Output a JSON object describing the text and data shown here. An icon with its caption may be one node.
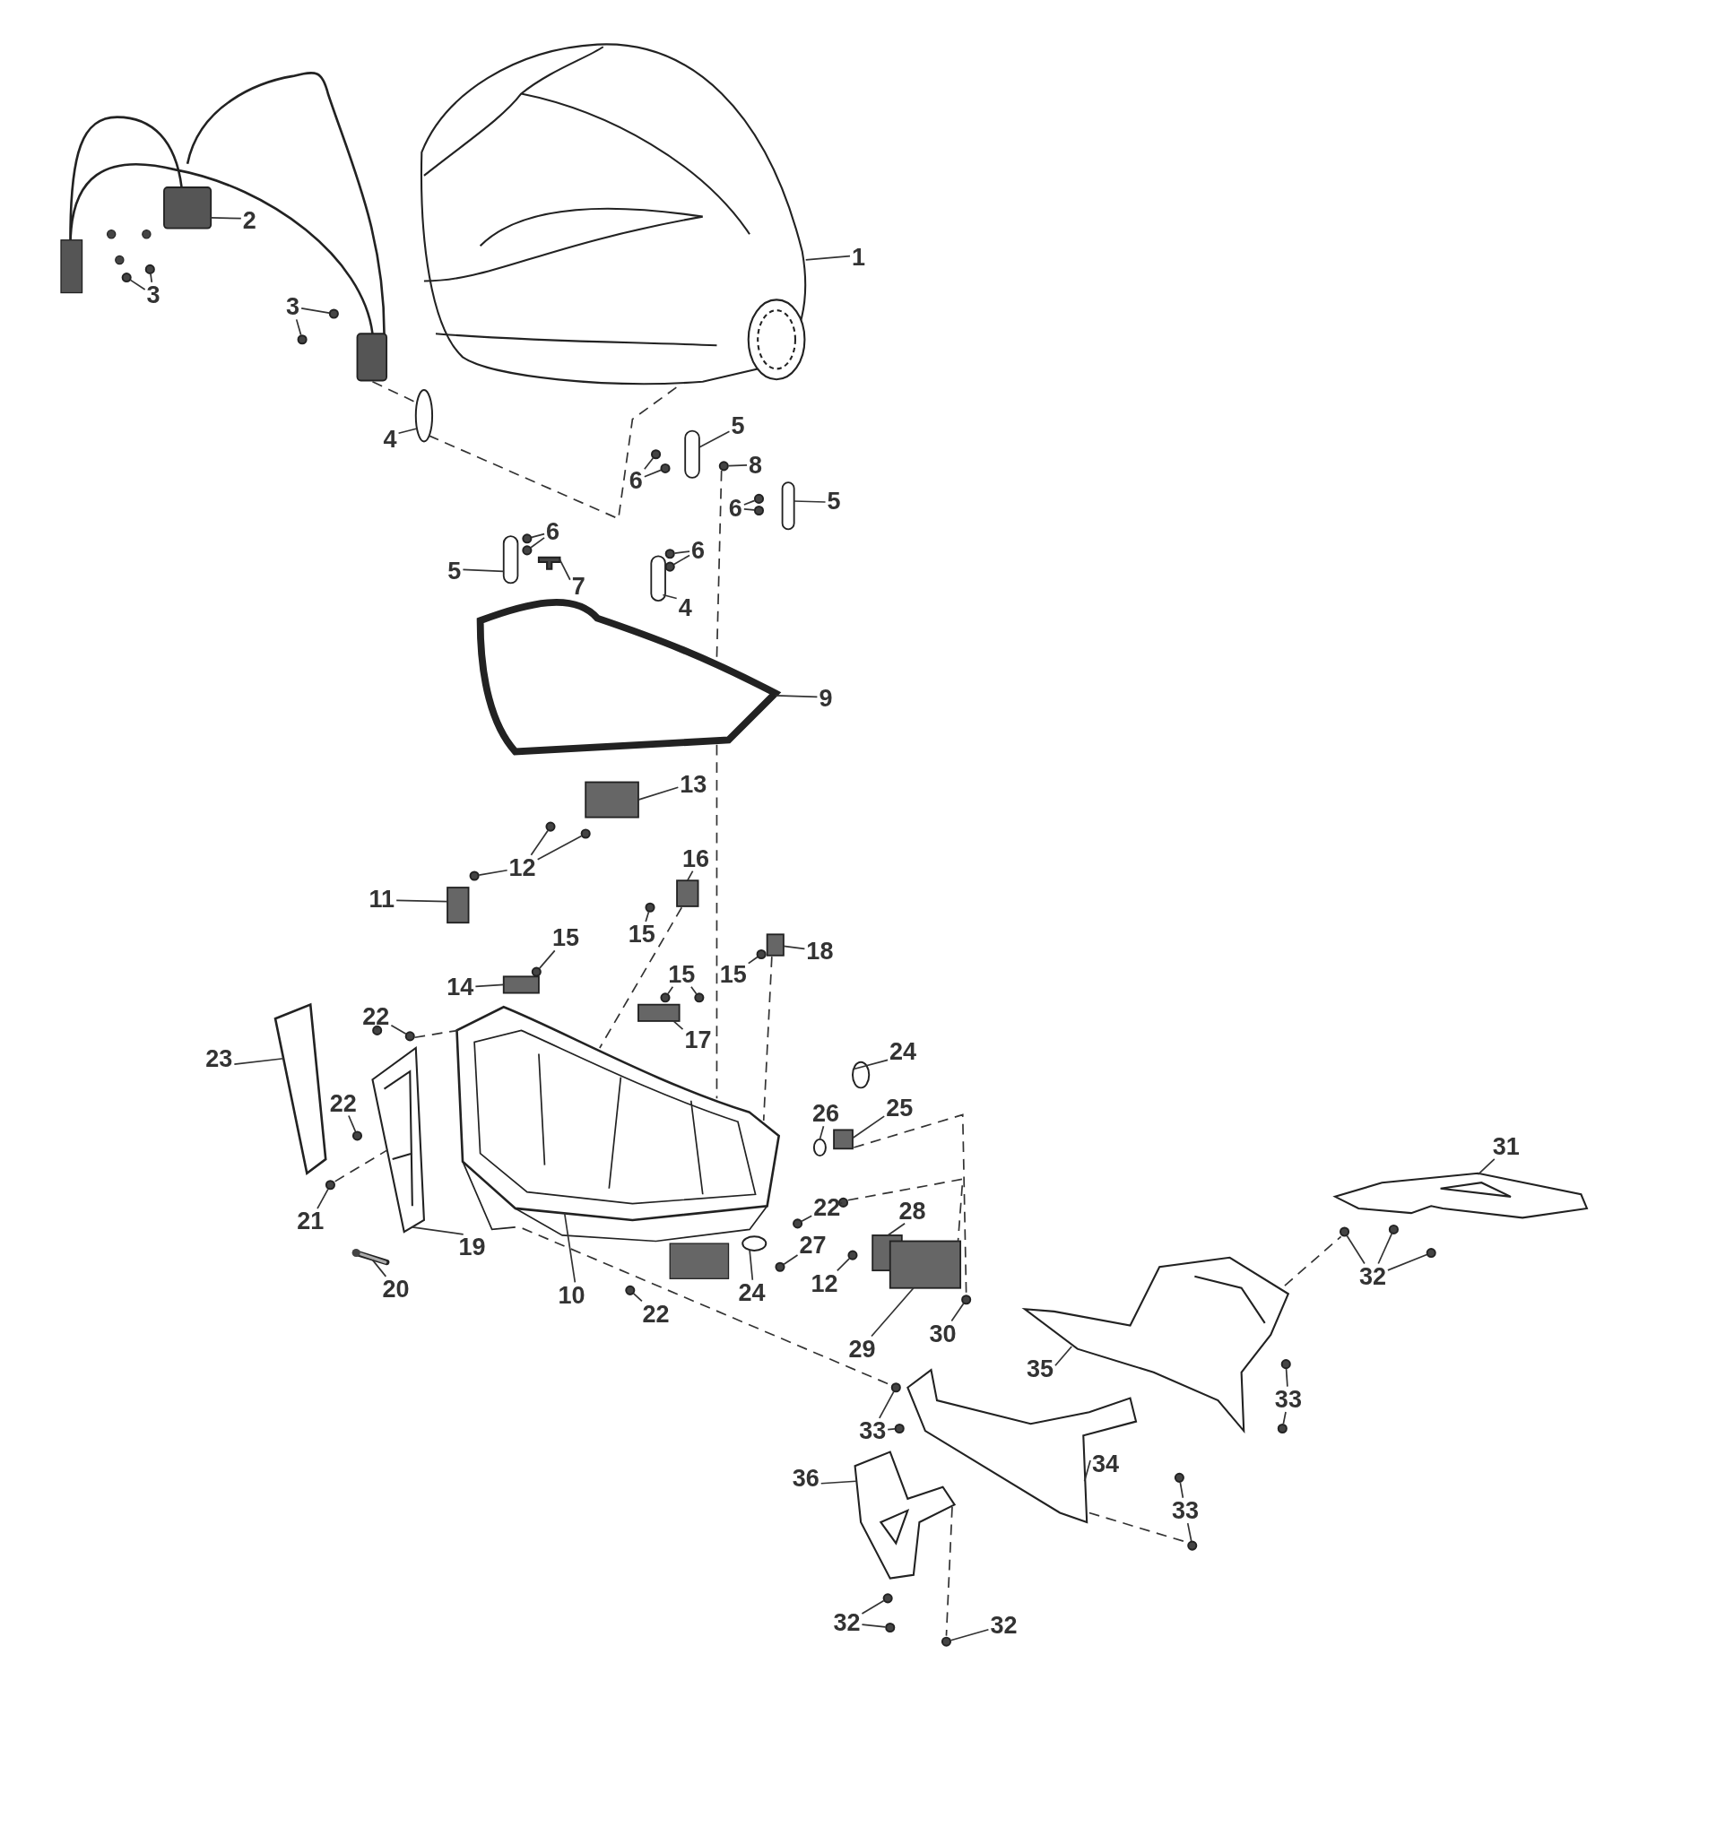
{
  "diagram": {
    "nodes": [
      {
        "text": [
          "1"
        ]
      },
      {
        "text": [
          "2"
        ]
      },
      {
        "text": [
          "3"
        ]
      },
      {
        "text": [
          "3"
        ]
      },
      {
        "text": [
          "4"
        ]
      },
      {
        "text": [
          "5"
        ]
      },
      {
        "text": [
          "6"
        ]
      },
      {
        "text": [
          "8"
        ]
      },
      {
        "text": [
          "6"
        ]
      },
      {
        "text": [
          "5"
        ]
      },
      {
        "text": [
          "6"
        ]
      },
      {
        "text": [
          "5"
        ]
      },
      {
        "text": [
          "7"
        ]
      },
      {
        "text": [
          "6"
        ]
      },
      {
        "text": [
          "4"
        ]
      },
      {
        "text": [
          "9"
        ]
      },
      {
        "text": [
          "13"
        ]
      },
      {
        "text": [
          "12"
        ]
      },
      {
        "text": [
          "11"
        ]
      },
      {
        "text": [
          "16"
        ]
      },
      {
        "text": [
          "15"
        ]
      },
      {
        "text": [
          "15"
        ]
      },
      {
        "text": [
          "14"
        ]
      },
      {
        "text": [
          "15"
        ]
      },
      {
        "text": [
          "15"
        ]
      },
      {
        "text": [
          "18"
        ]
      },
      {
        "text": [
          "17"
        ]
      },
      {
        "text": [
          "22"
        ]
      },
      {
        "text": [
          "23"
        ]
      },
      {
        "text": [
          "24"
        ]
      },
      {
        "text": [
          "22"
        ]
      },
      {
        "text": [
          "26"
        ]
      },
      {
        "text": [
          "25"
        ]
      },
      {
        "text": [
          "21"
        ]
      },
      {
        "text": [
          "19"
        ]
      },
      {
        "text": [
          "20"
        ]
      },
      {
        "text": [
          "10"
        ]
      },
      {
        "text": [
          "22"
        ]
      },
      {
        "text": [
          "24"
        ]
      },
      {
        "text": [
          "22"
        ]
      },
      {
        "text": [
          "27"
        ]
      },
      {
        "text": [
          "28"
        ]
      },
      {
        "text": [
          "12"
        ]
      },
      {
        "text": [
          "29"
        ]
      },
      {
        "text": [
          "30"
        ]
      },
      {
        "text": [
          "31"
        ]
      },
      {
        "text": [
          "32"
        ]
      },
      {
        "text": [
          "35"
        ]
      },
      {
        "text": [
          "33"
        ]
      },
      {
        "text": [
          "33"
        ]
      },
      {
        "text": [
          "34"
        ]
      },
      {
        "text": [
          "36"
        ]
      },
      {
        "text": [
          "33"
        ]
      },
      {
        "text": [
          "32"
        ]
      },
      {
        "text": [
          "32"
        ]
      },
      {
        "text": [],
        "shape": "picture"
      },
      {
        "text": [],
        "shape": "box"
      },
      {
        "text": [],
        "shape": "circle"
      },
      {
        "text": [],
        "shape": "circle"
      },
      {
        "text": [],
        "shape": "circle"
      },
      {
        "text": [],
        "shape": "circle"
      },
      {
        "text": [],
        "shape": "circle"
      },
      {
        "text": [],
        "shape": "box"
      },
      {
        "text": [],
        "shape": "circle"
      },
      {
        "text": [],
        "shape": "circle"
      },
      {
        "text": [],
        "shape": "circle"
      },
      {
        "text": [],
        "shape": "circle"
      },
      {
        "text": [],
        "shape": "circle"
      },
      {
        "text": [],
        "shape": "box"
      },
      {
        "text": [],
        "shape": "circle"
      },
      {
        "text": [],
        "shape": "circle"
      },
      {
        "text": [],
        "shape": "box"
      },
      {
        "text": [],
        "shape": "picture"
      },
      {
        "text": [],
        "shape": "circle"
      },
      {
        "text": [],
        "shape": "circle"
      },
      {
        "text": [],
        "shape": "box"
      },
      {
        "text": [],
        "shape": "picture"
      },
      {
        "text": [],
        "shape": "box"
      },
      {
        "text": [],
        "shape": "circle"
      },
      {
        "text": [],
        "shape": "circle"
      },
      {
        "text": [],
        "shape": "circle"
      },
      {
        "text": [],
        "shape": "box"
      },
      {
        "text": [],
        "shape": "box"
      },
      {
        "text": [],
        "shape": "circle"
      },
      {
        "text": [],
        "shape": "circle"
      },
      {
        "text": [],
        "shape": "box"
      },
      {
        "text": [],
        "shape": "circle"
      },
      {
        "text": [],
        "shape": "circle"
      },
      {
        "text": [],
        "shape": "circle"
      },
      {
        "text": [],
        "shape": "box"
      },
      {
        "text": [],
        "shape": "box"
      },
      {
        "text": [],
        "shape": "circle"
      },
      {
        "text": [],
        "shape": "circle"
      },
      {
        "text": [],
        "shape": "picture"
      },
      {
        "text": [],
        "shape": "circle"
      },
      {
        "text": [],
        "shape": "circle"
      },
      {
        "text": [],
        "shape": "circle"
      },
      {
        "text": [],
        "shape": "box"
      },
      {
        "text": [],
        "shape": "circle"
      },
      {
        "text": [],
        "shape": "picture"
      },
      {
        "text": [],
        "shape": "bar"
      },
      {
        "text": [],
        "shape": "picture"
      },
      {
        "text": [],
        "shape": "circle"
      },
      {
        "text": [],
        "shape": "circle"
      },
      {
        "text": [],
        "shape": "circle"
      },
      {
        "text": [],
        "shape": "circle"
      },
      {
        "text": [],
        "shape": "circle"
      },
      {
        "text": [],
        "shape": "box"
      },
      {
        "text": [],
        "shape": "circle"
      },
      {
        "text": [],
        "shape": "box"
      },
      {
        "text": [],
        "shape": "circle"
      },
      {
        "text": [],
        "shape": "picture"
      },
      {
        "text": [],
        "shape": "circle"
      },
      {
        "text": [],
        "shape": "circle"
      },
      {
        "text": [],
        "shape": "circle"
      },
      {
        "text": [],
        "shape": "picture"
      },
      {
        "text": [],
        "shape": "circle"
      },
      {
        "text": [],
        "shape": "circle"
      },
      {
        "text": [],
        "shape": "circle"
      },
      {
        "text": [],
        "shape": "circle"
      },
      {
        "text": [],
        "shape": "picture"
      },
      {
        "text": [],
        "shape": "picture"
      },
      {
        "text": [],
        "shape": "circle"
      },
      {
        "text": [],
        "shape": "circle"
      },
      {
        "text": [],
        "shape": "circle"
      },
      {
        "text": [],
        "shape": "circle"
      },
      {
        "text": [],
        "shape": "circle"
      },
      {
        "text": [],
        "shape": "box"
      }
    ],
    "edges": [
      {
        "from": 0,
        "to": 55,
        "arrow": "none"
      },
      {
        "from": 1,
        "to": 56,
        "arrow": "none"
      },
      {
        "from": 2,
        "to": 57,
        "arrow": "none"
      },
      {
        "from": 2,
        "to": 58,
        "arrow": "none"
      },
      {
        "from": 3,
        "to": 59,
        "arrow": "none"
      },
      {
        "from": 3,
        "to": 60,
        "arrow": "none"
      },
      {
        "from": 4,
        "to": 61,
        "arrow": "none"
      },
      {
        "from": 5,
        "to": 62,
        "arrow": "none"
      },
      {
        "from": 6,
        "to": 64,
        "arrow": "none"
      },
      {
        "from": 6,
        "to": 63,
        "arrow": "none"
      },
      {
        "from": 7,
        "to": 65,
        "arrow": "none"
      },
      {
        "from": 8,
        "to": 66,
        "arrow": "none"
      },
      {
        "from": 8,
        "to": 67,
        "arrow": "none"
      },
      {
        "from": 9,
        "to": 68,
        "arrow": "none"
      },
      {
        "from": 10,
        "to": 69,
        "arrow": "none"
      },
      {
        "from": 10,
        "to": 70,
        "arrow": "none"
      },
      {
        "from": 11,
        "to": 71,
        "arrow": "none"
      },
      {
        "from": 12,
        "to": 72,
        "arrow": "none"
      },
      {
        "from": 13,
        "to": 73,
        "arrow": "none"
      },
      {
        "from": 13,
        "to": 74,
        "arrow": "none"
      },
      {
        "from": 14,
        "to": 75,
        "arrow": "none"
      },
      {
        "from": 15,
        "to": 76,
        "arrow": "none"
      },
      {
        "from": 16,
        "to": 77,
        "arrow": "none"
      },
      {
        "from": 17,
        "to": 78,
        "arrow": "none"
      },
      {
        "from": 17,
        "to": 79,
        "arrow": "none"
      },
      {
        "from": 17,
        "to": 80,
        "arrow": "none"
      },
      {
        "from": 18,
        "to": 81,
        "arrow": "none"
      },
      {
        "from": 19,
        "to": 82,
        "arrow": "none"
      },
      {
        "from": 20,
        "to": 83,
        "arrow": "none"
      },
      {
        "from": 21,
        "to": 84,
        "arrow": "none"
      },
      {
        "from": 22,
        "to": 85,
        "arrow": "none"
      },
      {
        "from": 23,
        "to": 86,
        "arrow": "none"
      },
      {
        "from": 23,
        "to": 87,
        "arrow": "none"
      },
      {
        "from": 24,
        "to": 88,
        "arrow": "none"
      },
      {
        "from": 25,
        "to": 89,
        "arrow": "none"
      },
      {
        "from": 26,
        "to": 90,
        "arrow": "none"
      },
      {
        "from": 27,
        "to": 91,
        "arrow": "none"
      },
      {
        "from": 27,
        "to": 92,
        "arrow": "none"
      },
      {
        "from": 28,
        "to": 93,
        "arrow": "none"
      },
      {
        "from": 29,
        "to": 94,
        "arrow": "none"
      },
      {
        "from": 30,
        "to": 95,
        "arrow": "none"
      },
      {
        "from": 31,
        "to": 96,
        "arrow": "none"
      },
      {
        "from": 32,
        "to": 97,
        "arrow": "none"
      },
      {
        "from": 33,
        "to": 98,
        "arrow": "none"
      },
      {
        "from": 34,
        "to": 99,
        "arrow": "none"
      },
      {
        "from": 35,
        "to": 100,
        "arrow": "none"
      },
      {
        "from": 36,
        "to": 101,
        "arrow": "none"
      },
      {
        "from": 37,
        "to": 102,
        "arrow": "none"
      },
      {
        "from": 38,
        "to": 103,
        "arrow": "none"
      },
      {
        "from": 39,
        "to": 104,
        "arrow": "none"
      },
      {
        "from": 39,
        "to": 105,
        "arrow": "none"
      },
      {
        "from": 40,
        "to": 106,
        "arrow": "none"
      },
      {
        "from": 41,
        "to": 107,
        "arrow": "none"
      },
      {
        "from": 42,
        "to": 108,
        "arrow": "none"
      },
      {
        "from": 43,
        "to": 109,
        "arrow": "none"
      },
      {
        "from": 44,
        "to": 110,
        "arrow": "none"
      },
      {
        "from": 45,
        "to": 111,
        "arrow": "none"
      },
      {
        "from": 46,
        "to": 112,
        "arrow": "none"
      },
      {
        "from": 46,
        "to": 113,
        "arrow": "none"
      },
      {
        "from": 46,
        "to": 114,
        "arrow": "none"
      },
      {
        "from": 47,
        "to": 115,
        "arrow": "none"
      },
      {
        "from": 48,
        "to": 116,
        "arrow": "none"
      },
      {
        "from": 48,
        "to": 117,
        "arrow": "none"
      },
      {
        "from": 49,
        "to": 118,
        "arrow": "none"
      },
      {
        "from": 49,
        "to": 119,
        "arrow": "none"
      },
      {
        "from": 50,
        "to": 120,
        "arrow": "none"
      },
      {
        "from": 51,
        "to": 121,
        "arrow": "none"
      },
      {
        "from": 52,
        "to": 122,
        "arrow": "none"
      },
      {
        "from": 52,
        "to": 123,
        "arrow": "none"
      },
      {
        "from": 53,
        "to": 124,
        "arrow": "none"
      },
      {
        "from": 53,
        "to": 125,
        "arrow": "none"
      },
      {
        "from": 54,
        "to": 126,
        "arrow": "none"
      },
      {
        "from": 127,
        "to": 61,
        "arrow": "none",
        "style": "dashed"
      },
      {
        "from": 61,
        "to": 55,
        "arrow": "none",
        "style": "dashed"
      },
      {
        "from": 65,
        "to": 76,
        "arrow": "none",
        "style": "dashed"
      },
      {
        "from": 76,
        "to": 101,
        "arrow": "none",
        "style": "dashed"
      },
      {
        "from": 82,
        "to": 101,
        "arrow": "none",
        "style": "dashed"
      },
      {
        "from": 89,
        "to": 101,
        "arrow": "none",
        "style": "dashed"
      },
      {
        "from": 97,
        "to": 110,
        "arrow": "none",
        "style": "dashed"
      },
      {
        "from": 105,
        "to": 109,
        "arrow": "none",
        "style": "dashed"
      },
      {
        "from": 101,
        "to": 118,
        "arrow": "none",
        "style": "dashed"
      },
      {
        "from": 120,
        "to": 123,
        "arrow": "none",
        "style": "dashed"
      },
      {
        "from": 115,
        "to": 112,
        "arrow": "none",
        "style": "dashed"
      },
      {
        "from": 121,
        "to": 126,
        "arrow": "none",
        "style": "dashed"
      },
      {
        "from": 98,
        "to": 99,
        "arrow": "none",
        "style": "dashed"
      },
      {
        "from": 92,
        "to": 101,
        "arrow": "none",
        "style": "dashed"
      }
    ]
  }
}
